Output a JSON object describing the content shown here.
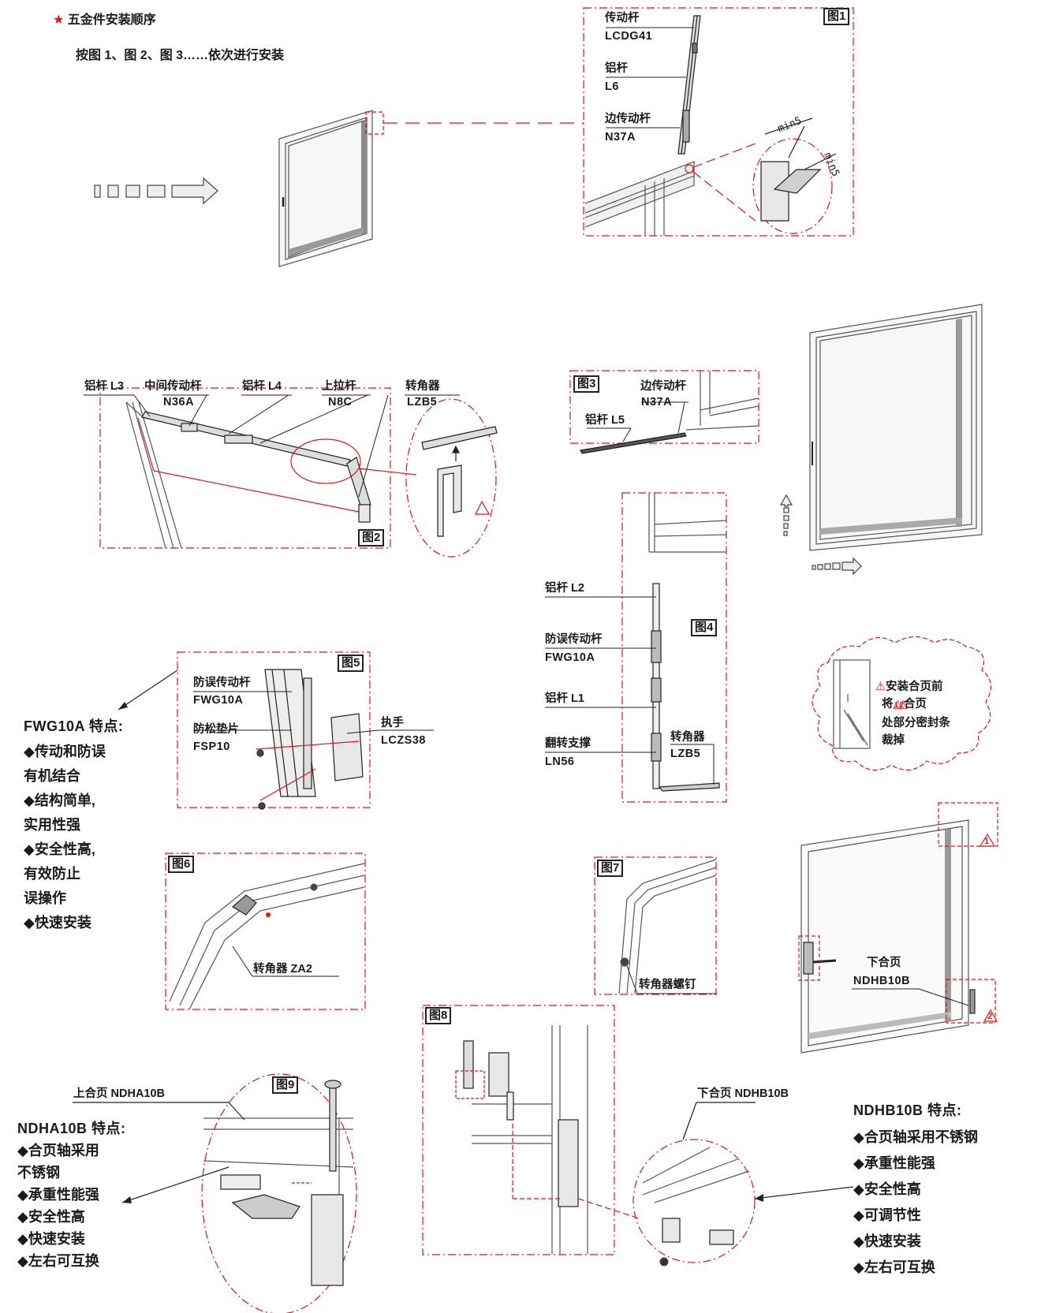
{
  "header": {
    "star": "★",
    "title": "五金件安装顺序",
    "subtitle": "按图 1、图 2、图 3……依次进行安装"
  },
  "colors": {
    "red": "#e0151a",
    "line": "#222222",
    "frame": "#bfbfbf"
  },
  "fig1": {
    "tag": "图1",
    "labels": [
      {
        "name": "传动杆",
        "code": "LCDG41"
      },
      {
        "name": "铝杆",
        "code": "L6"
      },
      {
        "name": "边传动杆",
        "code": "N37A"
      }
    ],
    "dim1": "min5",
    "dim2": "min5"
  },
  "fig2": {
    "tag": "图2",
    "labels": [
      {
        "name": "铝杆 L3",
        "code": ""
      },
      {
        "name": "中间传动杆",
        "code": "N36A"
      },
      {
        "name": "铝杆 L4",
        "code": ""
      },
      {
        "name": "上拉杆",
        "code": "N8C"
      },
      {
        "name": "转角器",
        "code": "LZB5"
      }
    ]
  },
  "fig3": {
    "tag": "图3",
    "label1": "边传动杆",
    "code1": "N37A",
    "label2": "铝杆 L5"
  },
  "fig4": {
    "tag": "图4",
    "labels": [
      {
        "name": "铝杆 L2",
        "code": ""
      },
      {
        "name": "防误传动杆",
        "code": "FWG10A"
      },
      {
        "name": "铝杆 L1",
        "code": ""
      },
      {
        "name": "翻转支撑",
        "code": "LN56"
      },
      {
        "name": "转角器",
        "code": "LZB5"
      }
    ]
  },
  "fig5": {
    "tag": "图5",
    "labels": [
      {
        "name": "防误传动杆",
        "code": "FWG10A"
      },
      {
        "name": "防松垫片",
        "code": "FSP10"
      },
      {
        "name": "执手",
        "code": "LCZS38"
      }
    ]
  },
  "fig6": {
    "tag": "图6",
    "label": "转角器 ZA2"
  },
  "fig7": {
    "tag": "图7",
    "label": "转角器螺钉"
  },
  "fig8": {
    "tag": "图8",
    "label": "下合页 NDHB10B"
  },
  "fig9": {
    "tag": "图9",
    "label": "上合页 NDHA10B"
  },
  "note": {
    "line1": "安装合页前",
    "line2_pre": "将",
    "line2_post": "合页",
    "line3": "处部分密封条",
    "line4": "裁掉",
    "mark1": "1",
    "mark2": "2"
  },
  "bottom_hinge": {
    "name": "下合页",
    "code": "NDHB10B",
    "mark1": "1",
    "mark2": "2"
  },
  "fwg_features": {
    "title": "FWG10A 特点:",
    "items": [
      "◆传动和防误",
      " 有机结合",
      "◆结构简单,",
      " 实用性强",
      "◆安全性高,",
      " 有效防止",
      " 误操作",
      "◆快速安装"
    ]
  },
  "ndha_features": {
    "title": "NDHA10B 特点:",
    "items": [
      "◆合页轴采用",
      "不锈钢",
      "◆承重性能强",
      "◆安全性高",
      "◆快速安装",
      "◆左右可互换"
    ]
  },
  "ndhb_features": {
    "title": "NDHB10B 特点:",
    "items": [
      "◆合页轴采用不锈钢",
      "◆承重性能强",
      "◆安全性高",
      "◆可调节性",
      "◆快速安装",
      "◆左右可互换"
    ]
  }
}
